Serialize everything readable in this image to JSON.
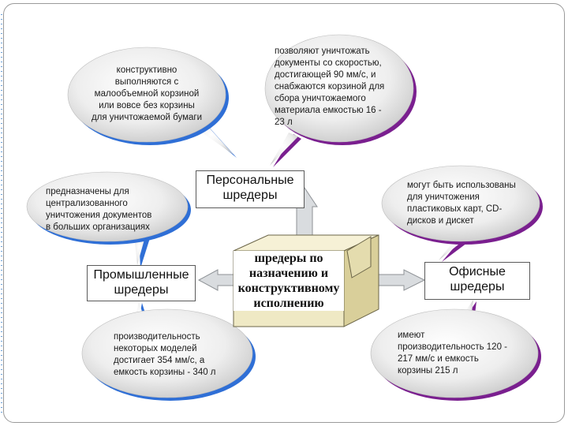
{
  "center": {
    "label": "шредеры по\nназначению и\nконструктивному\nисполнению"
  },
  "categories": {
    "personal": "Персональные\nшредеры",
    "industrial": "Промышленные\nшредеры",
    "office": "Офисные\nшредеры"
  },
  "bubbles": {
    "compact_basket": "конструктивно\nвыполняются с\nмалообъемной корзиной\nили вовсе без корзины\nдля уничтожаемой бумаги",
    "personal_speed": "позволяют уничтожать\nдокументы со скоростью,\nдостигающей 90 мм/с, и\nснабжаются корзиной для\nсбора уничтожаемого\nматериала емкостью 16 -\n23 л",
    "centralized": "предназначены для\nцентрализованного\nуничтожения документов\nв больших организациях",
    "office_media": "могут быть использованы\nдля уничтожения\nпластиковых карт, CD-\nдисков и дискет",
    "industrial_perf": "производительность\nнекоторых моделей\nдостигает 354 мм/с, а\nемкость корзины - 340 л",
    "office_perf": "имеют\nпроизводительность 120 -\n217 мм/с и емкость\nкорзины 215 л"
  },
  "colors": {
    "blue_edge": "#2f6fd6",
    "purple_edge": "#7a1f8f",
    "box_face": "#efe9c4",
    "box_top": "#f6f1d6",
    "box_side": "#d9cf9a",
    "arrow": "#d9dcdf"
  }
}
